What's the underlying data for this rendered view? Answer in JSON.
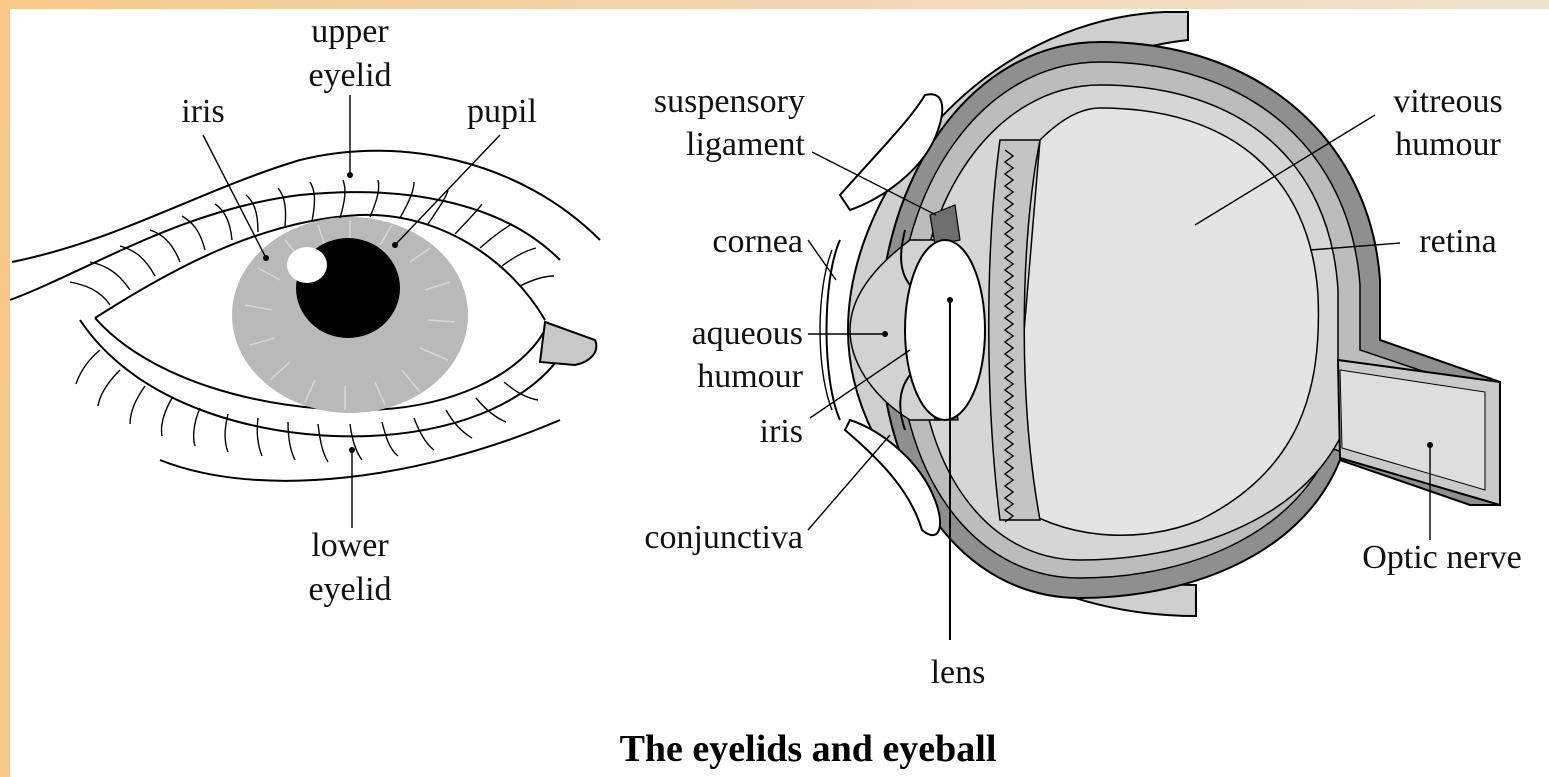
{
  "caption": "The eyelids and eyeball",
  "external_eye": {
    "labels": {
      "upper_eyelid_1": "upper",
      "upper_eyelid_2": "eyelid",
      "iris": "iris",
      "pupil": "pupil",
      "lower_eyelid_1": "lower",
      "lower_eyelid_2": "eyelid"
    }
  },
  "cross_section": {
    "labels": {
      "suspensory_1": "suspensory",
      "suspensory_2": "ligament",
      "cornea": "cornea",
      "aqueous_1": "aqueous",
      "aqueous_2": "humour",
      "iris": "iris",
      "conjunctiva": "conjunctiva",
      "lens": "lens",
      "vitreous_1": "vitreous",
      "vitreous_2": "humour",
      "retina": "retina",
      "optic_nerve": "Optic nerve"
    }
  },
  "colors": {
    "frame": "#f6c98b",
    "iris_gray": "#b5b5b5",
    "sclera_dark": "#8a8a8a",
    "choroid": "#c8c8c8",
    "vitreous": "#e2e2e2",
    "tissue": "#d4d4d4"
  }
}
